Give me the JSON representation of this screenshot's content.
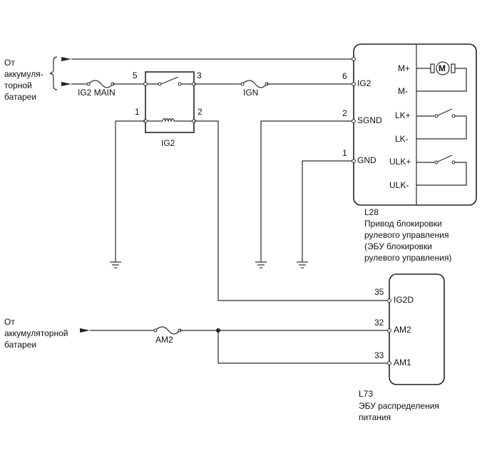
{
  "sources": {
    "top_line1": "От",
    "top_line2": "аккумуля-",
    "top_line3": "торной",
    "top_line4": "батареи",
    "bottom_line1": "От",
    "bottom_line2": "аккумуляторной",
    "bottom_line3": "батареи"
  },
  "fuses": {
    "ig2_main": "IG2 MAIN",
    "ign": "IGN",
    "am2": "AM2"
  },
  "relay": {
    "name": "IG2",
    "pin5": "5",
    "pin3": "3",
    "pin1": "1",
    "pin2": "2"
  },
  "l28": {
    "code": "L28",
    "desc_line1": "Привод блокировки",
    "desc_line2": "рулевого управления",
    "desc_line3": "(ЭБУ блокировки",
    "desc_line4": "рулевого управления)",
    "pin6": "6",
    "pin6_label": "IG2",
    "pin2": "2",
    "pin2_label": "SGND",
    "pin1": "1",
    "pin1_label": "GND",
    "m_plus": "M+",
    "m_minus": "M-",
    "motor_glyph": "M",
    "lk_plus": "LK+",
    "lk_minus": "LK-",
    "ulk_plus": "ULK+",
    "ulk_minus": "ULK-"
  },
  "l73": {
    "code": "L73",
    "desc_line1": "ЭБУ распределения",
    "desc_line2": "питания",
    "pin35": "35",
    "pin35_label": "IG2D",
    "pin32": "32",
    "pin32_label": "AM2",
    "pin33": "33",
    "pin33_label": "AM1"
  },
  "icons": {
    "ground": "ground-icon",
    "arrow": "arrow-icon",
    "fuse": "fuse-icon",
    "switch": "switch-icon",
    "coil": "coil-icon",
    "motor": "motor-icon"
  }
}
